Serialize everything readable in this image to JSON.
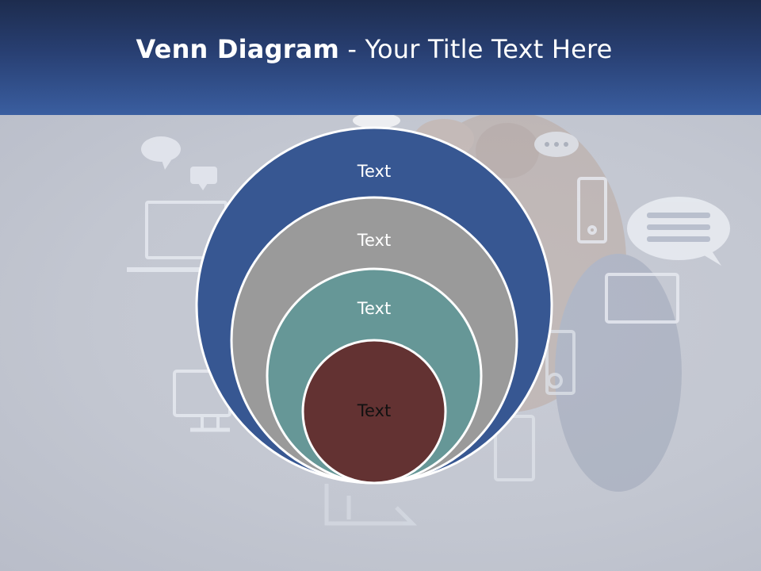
{
  "slide": {
    "title_bold": "Venn Diagram",
    "title_rest": " - Your Title Text Here"
  },
  "diagram": {
    "circles": [
      {
        "label": "Text",
        "color": "#375792",
        "text_color": "#ffffff"
      },
      {
        "label": "Text",
        "color": "#9a9a9a",
        "text_color": "#ffffff"
      },
      {
        "label": "Text",
        "color": "#669797",
        "text_color": "#ffffff"
      },
      {
        "label": "Text",
        "color": "#633232",
        "text_color": "#111111"
      }
    ]
  },
  "background_icons": [
    "chat-bubbles-icon",
    "laptop-icon",
    "monitor-icon",
    "desktop-computer-icon",
    "speech-bubble-icon",
    "tablet-icon",
    "phone-icon",
    "message-bubble-icon",
    "hand"
  ],
  "colors": {
    "header_top": "#1d2c4e",
    "header_bottom": "#3a5ea0",
    "background": "#c7cbd4",
    "circle_border": "#ffffff"
  }
}
